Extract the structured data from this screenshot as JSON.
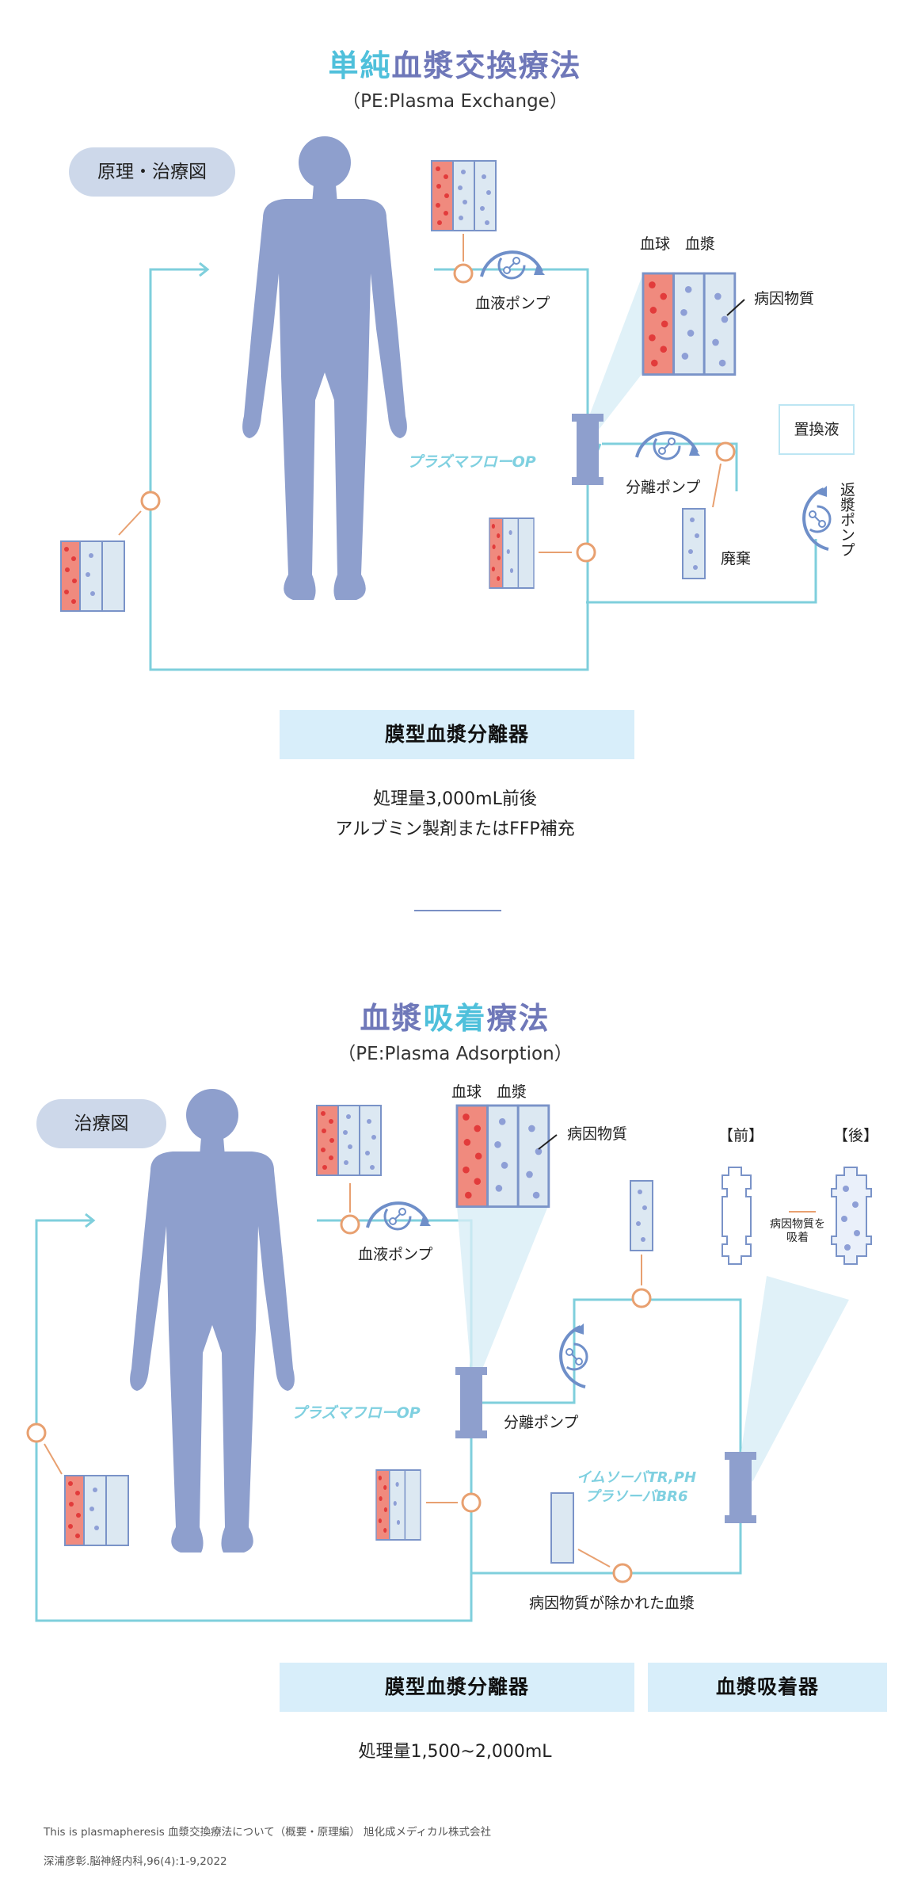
{
  "section1": {
    "title_part1": "単純",
    "title_part2": "血漿交換療法",
    "subtitle": "（PE:Plasma Exchange）",
    "pill": "原理・治療図",
    "blood_pump": "血液ポンプ",
    "cell_labels": "血球　血漿",
    "pathogen": "病因物質",
    "filter_name": "プラズマフローOP",
    "separation_pump": "分離ポンプ",
    "replacement_fluid": "置換液",
    "discard": "廃棄",
    "return_pump": "返漿ポンプ",
    "device_bar": "膜型血漿分離器",
    "note_line1": "処理量3,000mL前後",
    "note_line2": "アルブミン製剤またはFFP補充"
  },
  "section2": {
    "title_part1": "血漿",
    "title_part2": "吸着",
    "title_part3": "療法",
    "subtitle": "（PE:Plasma Adsorption）",
    "pill": "治療図",
    "cell_labels": "血球　血漿",
    "pathogen": "病因物質",
    "blood_pump": "血液ポンプ",
    "filter_name": "プラズマフローOP",
    "separation_pump": "分離ポンプ",
    "adsorber_name_line1": "イムソーバTR,PH",
    "adsorber_name_line2": "プラソーバBR6",
    "removed_plasma": "病因物質が除かれた血漿",
    "before": "【前】",
    "after": "【後】",
    "adsorb_note_line1": "病因物質を",
    "adsorb_note_line2": "吸着",
    "device_bar1": "膜型血漿分離器",
    "device_bar2": "血漿吸着器",
    "note_line1": "処理量1,500~2,000mL"
  },
  "references": {
    "line1": "This is plasmapheresis 血漿交換療法について（概要・原理編） 旭化成メディカル株式会社",
    "line2": "深浦彦彰.脳神経内科,96(4):1-9,2022"
  },
  "colors": {
    "line": "#7fcfdc",
    "body": "#8e9fcd",
    "red": "#e8594f",
    "accent_orange": "#e8a070",
    "title_cyan": "#4fc0db",
    "title_purple": "#6f78b9"
  }
}
